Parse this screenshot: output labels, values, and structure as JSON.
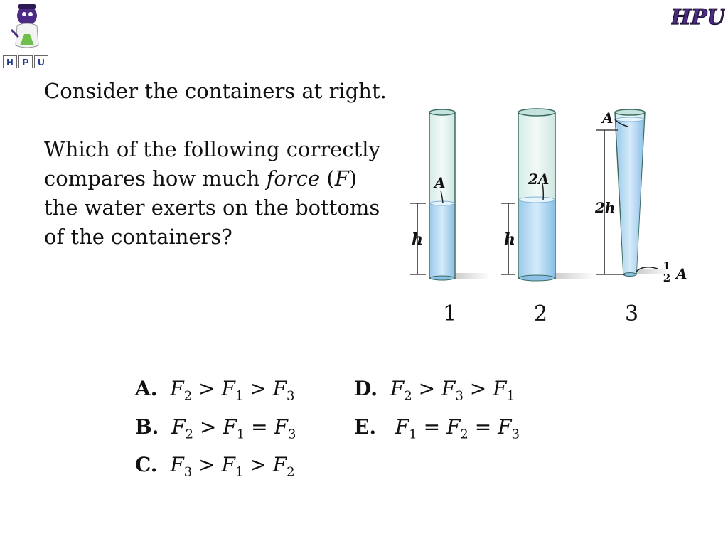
{
  "logos": {
    "left_letters": [
      "H",
      "P",
      "U"
    ],
    "right_text": "HPU"
  },
  "question": {
    "line1": "Consider the containers at right.",
    "line2": "Which of the following correctly",
    "line3_pre": "compares how much ",
    "line3_force": "force",
    "line3_paren_open": " (",
    "line3_F": "F",
    "line3_paren_close": ")",
    "line4": "the water exerts on the bottoms",
    "line5": "of the containers?"
  },
  "figure": {
    "captions": [
      "1",
      "2",
      "3"
    ],
    "labels": {
      "c1_area": "A",
      "c1_height": "h",
      "c2_area": "2A",
      "c2_height": "h",
      "c3_top_area": "A",
      "c3_height": "2h",
      "c3_bottom_num": "1",
      "c3_bottom_den": "2",
      "c3_bottom_area": "A"
    }
  },
  "answers": [
    {
      "letter": "A.",
      "parts": [
        "F",
        "2",
        " > ",
        "F",
        "1",
        " > ",
        "F",
        "3"
      ]
    },
    {
      "letter": "B.",
      "parts": [
        "F",
        "2",
        " > ",
        "F",
        "1",
        " = ",
        "F",
        "3"
      ]
    },
    {
      "letter": "C.",
      "parts": [
        "F",
        "3",
        " > ",
        "F",
        "1",
        " > ",
        "F",
        "2"
      ]
    },
    {
      "letter": "D.",
      "parts": [
        "F",
        "2",
        " > ",
        "F",
        "3",
        " > ",
        "F",
        "1"
      ]
    },
    {
      "letter": "E.",
      "parts": [
        "F",
        "1",
        " = ",
        "F",
        "2",
        " = ",
        "F",
        "3"
      ]
    }
  ]
}
